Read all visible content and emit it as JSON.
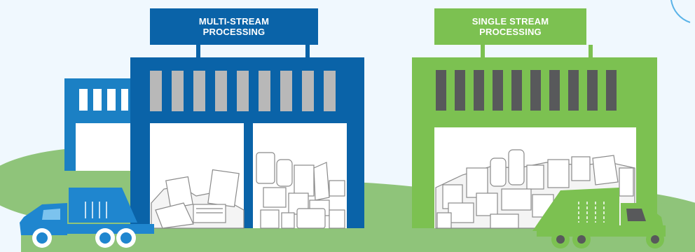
{
  "multi_stream_sign": {
    "line1": "MULTI-STREAM",
    "line2": "PROCESSING"
  },
  "single_stream_sign": {
    "line1": "SINGLE STREAM",
    "line2": "PROCESSING"
  },
  "colors": {
    "sky": "#f0f8fe",
    "ground": "#8fc47a",
    "multi_blue": "#0a63a8",
    "secondary_blue": "#1b80c4",
    "single_green": "#7cc151",
    "window_gray": "#b8b8b8",
    "window_dark": "#58595b",
    "truck_blue": "#1f86cf",
    "truck_green": "#7cc151"
  },
  "icons": [
    "recycling-pile",
    "garbage-truck",
    "building-sign"
  ]
}
